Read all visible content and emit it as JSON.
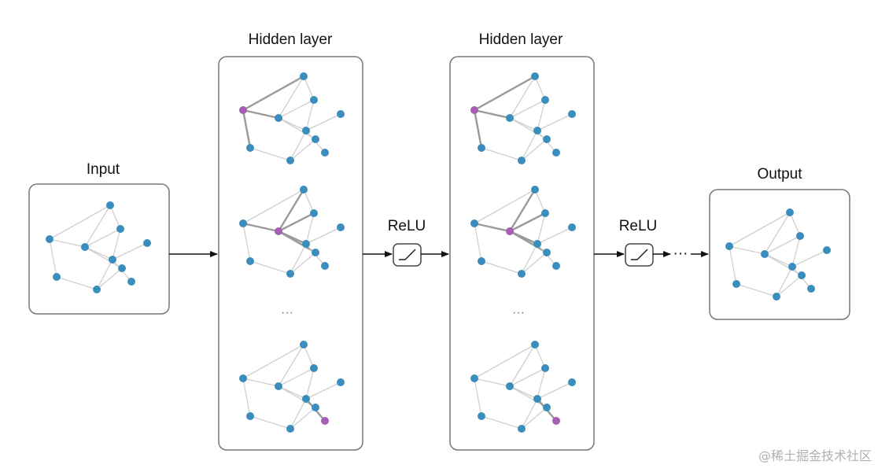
{
  "labels": {
    "input": "Input",
    "hidden1": "Hidden layer",
    "hidden2": "Hidden layer",
    "relu1": "ReLU",
    "relu2": "ReLU",
    "output": "Output",
    "ellipsis_arrow": "···",
    "ellipsis_mid1": "···",
    "ellipsis_mid2": "···"
  },
  "watermark": "@稀土掘金技术社区",
  "colors": {
    "node": "#3a8dbd",
    "highlight_node": "#a45fb5",
    "edge": "#cfcfcf",
    "highlight_edge": "#9a9a9a",
    "box_border": "#777777",
    "arrow": "#111111"
  },
  "graph": {
    "nodes": [
      "n0",
      "n1",
      "n2",
      "n3",
      "n4",
      "n5",
      "n6",
      "n7",
      "n8",
      "n9"
    ],
    "edges": [
      [
        "n0",
        "n1"
      ],
      [
        "n0",
        "n5"
      ],
      [
        "n1",
        "n4"
      ],
      [
        "n1",
        "n2"
      ],
      [
        "n0",
        "n4"
      ],
      [
        "n4",
        "n6"
      ],
      [
        "n4",
        "n3"
      ],
      [
        "n2",
        "n6"
      ],
      [
        "n3",
        "n7"
      ],
      [
        "n6",
        "n7"
      ],
      [
        "n6",
        "n8"
      ],
      [
        "n6",
        "n9"
      ],
      [
        "n5",
        "n7"
      ],
      [
        "n2",
        "n4"
      ]
    ]
  }
}
